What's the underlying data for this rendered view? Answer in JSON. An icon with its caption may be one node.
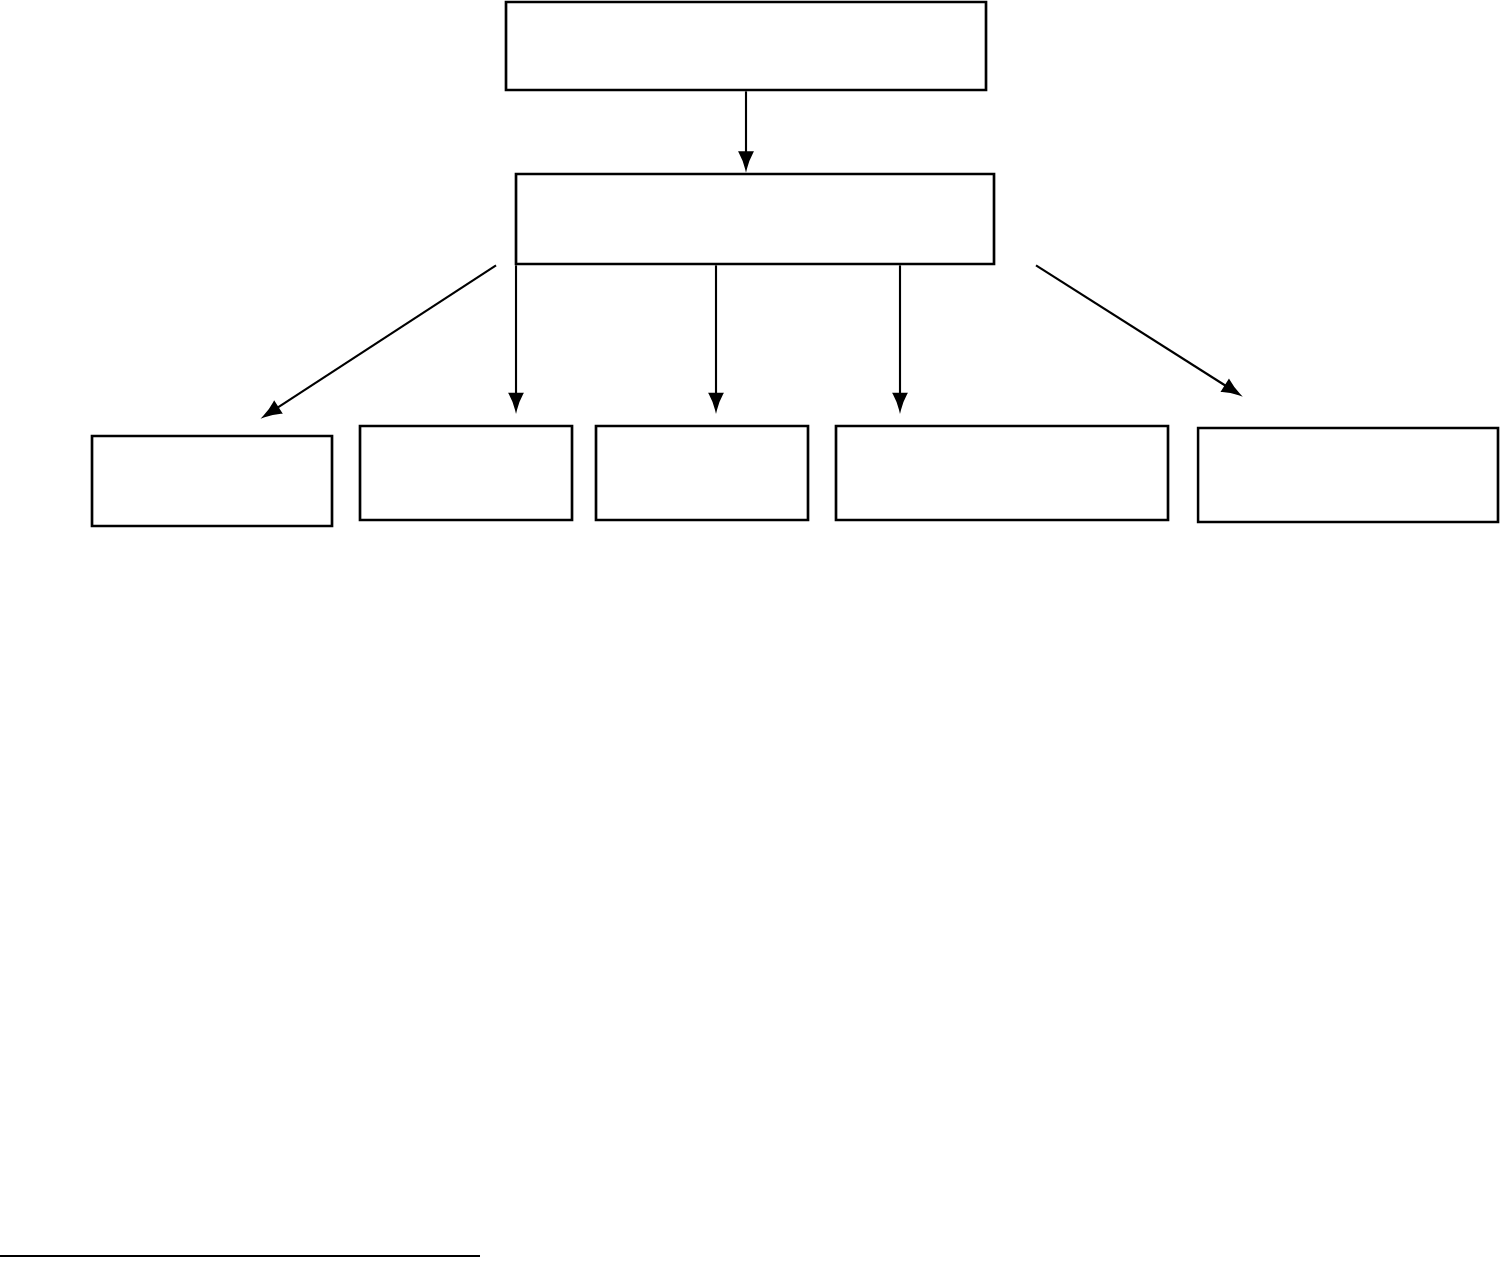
{
  "diagram": {
    "nodes": [
      {
        "text": [],
        "shape": "box"
      },
      {
        "text": [],
        "shape": "box"
      },
      {
        "text": [],
        "shape": "box"
      },
      {
        "text": [],
        "shape": "box"
      },
      {
        "text": [],
        "shape": "box"
      },
      {
        "text": [],
        "shape": "box"
      },
      {
        "text": [],
        "shape": "box"
      }
    ],
    "edges": [
      {
        "from": 0,
        "to": 1,
        "arrow": "to"
      },
      {
        "from": 1,
        "to": 2,
        "arrow": "to"
      },
      {
        "from": 1,
        "to": 3,
        "arrow": "to"
      },
      {
        "from": 1,
        "to": 4,
        "arrow": "to"
      },
      {
        "from": 1,
        "to": 5,
        "arrow": "to"
      },
      {
        "from": 1,
        "to": 6,
        "arrow": "to"
      }
    ]
  }
}
